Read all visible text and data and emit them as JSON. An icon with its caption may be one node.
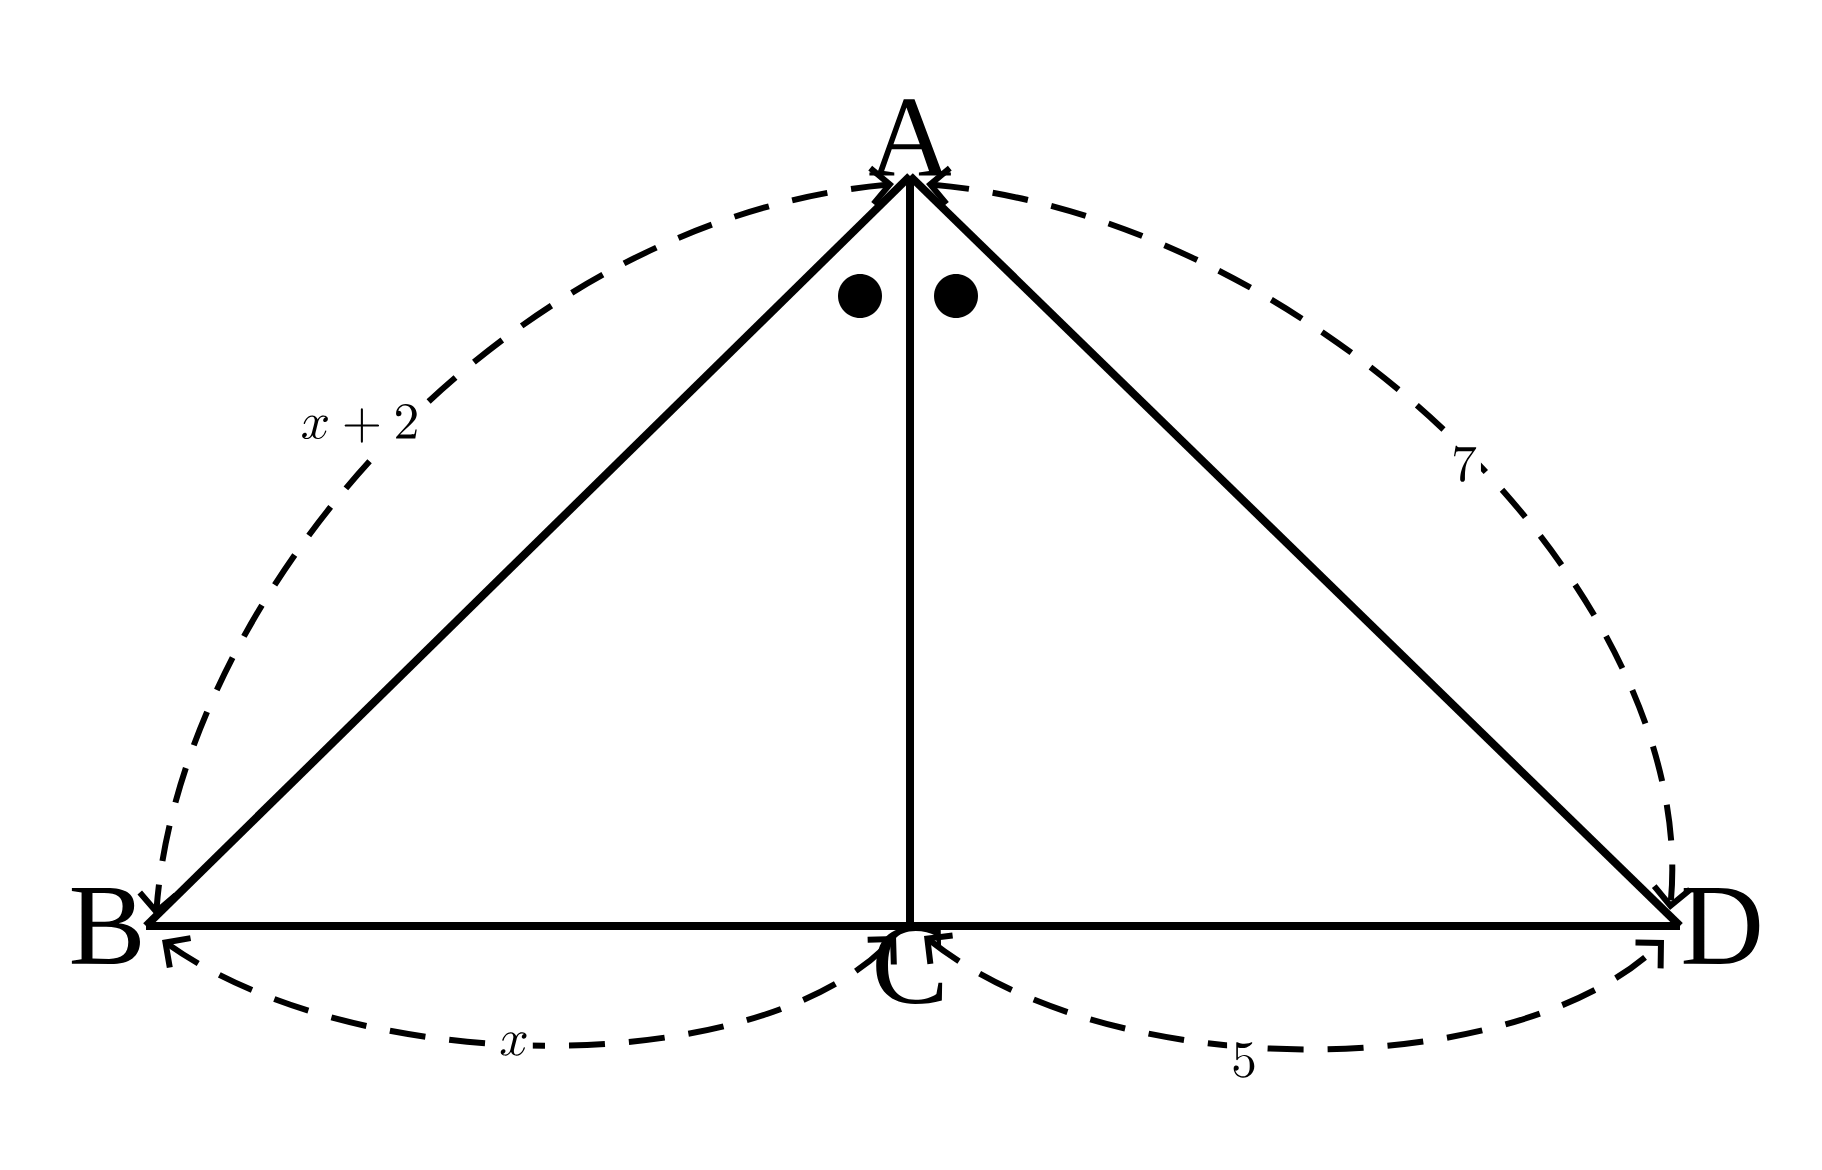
{
  "diagram": {
    "nodes": [
      {
        "text": [
          "A"
        ]
      },
      {
        "text": [
          "B"
        ]
      },
      {
        "text": [
          "C"
        ]
      },
      {
        "text": [
          "D"
        ]
      }
    ],
    "edges": [
      {
        "from": 0,
        "to": 1,
        "arrow": "none"
      },
      {
        "from": 0,
        "to": 3,
        "arrow": "none"
      },
      {
        "from": 0,
        "to": 2,
        "arrow": "none"
      },
      {
        "from": 1,
        "to": 2,
        "arrow": "none"
      },
      {
        "from": 2,
        "to": 3,
        "arrow": "none"
      },
      {
        "from": 0,
        "to": 1,
        "arrow": "both",
        "style": "dashed",
        "label": "x+2"
      },
      {
        "from": 0,
        "to": 3,
        "arrow": "both",
        "style": "dashed",
        "label": "7"
      },
      {
        "from": 1,
        "to": 2,
        "arrow": "both",
        "style": "dashed",
        "label": "x"
      },
      {
        "from": 2,
        "to": 3,
        "arrow": "both",
        "style": "dashed",
        "label": "5"
      }
    ]
  }
}
